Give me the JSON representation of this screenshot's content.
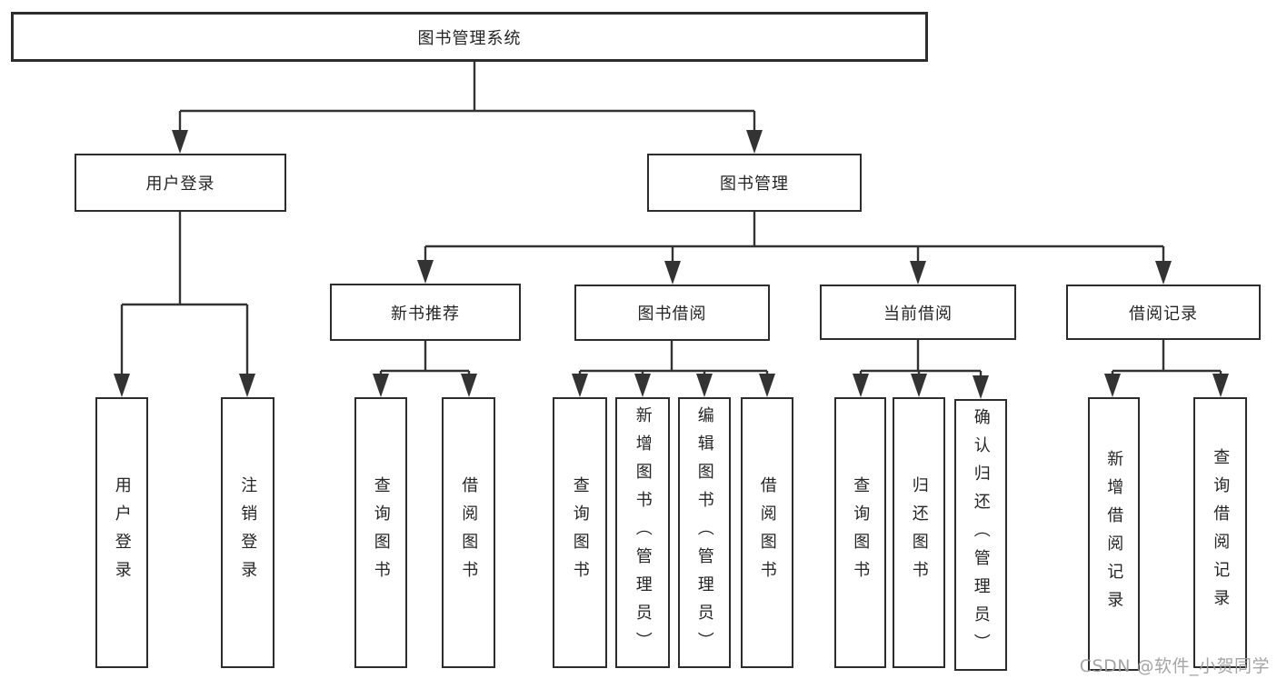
{
  "colors": {
    "line": "#333333",
    "box_border": "#2d2d2d",
    "text": "#252525",
    "watermark": "#9c9c9c",
    "background": "#ffffff"
  },
  "watermark": "CSDN @软件_小贺同学",
  "tree": {
    "label": "图书管理系统",
    "children": [
      {
        "label": "用户登录",
        "children": [
          {
            "label": "用户登录"
          },
          {
            "label": "注销登录"
          }
        ]
      },
      {
        "label": "图书管理",
        "children": [
          {
            "label": "新书推荐",
            "children": [
              {
                "label": "查询图书"
              },
              {
                "label": "借阅图书"
              }
            ]
          },
          {
            "label": "图书借阅",
            "children": [
              {
                "label": "查询图书"
              },
              {
                "label": "新增图书（管理员）"
              },
              {
                "label": "编辑图书（管理员）"
              },
              {
                "label": "借阅图书"
              }
            ]
          },
          {
            "label": "当前借阅",
            "children": [
              {
                "label": "查询图书"
              },
              {
                "label": "归还图书"
              },
              {
                "label": "确认归还（管理员）"
              }
            ]
          },
          {
            "label": "借阅记录",
            "children": [
              {
                "label": "新增借阅记录"
              },
              {
                "label": "查询借阅记录"
              }
            ]
          }
        ]
      }
    ]
  }
}
